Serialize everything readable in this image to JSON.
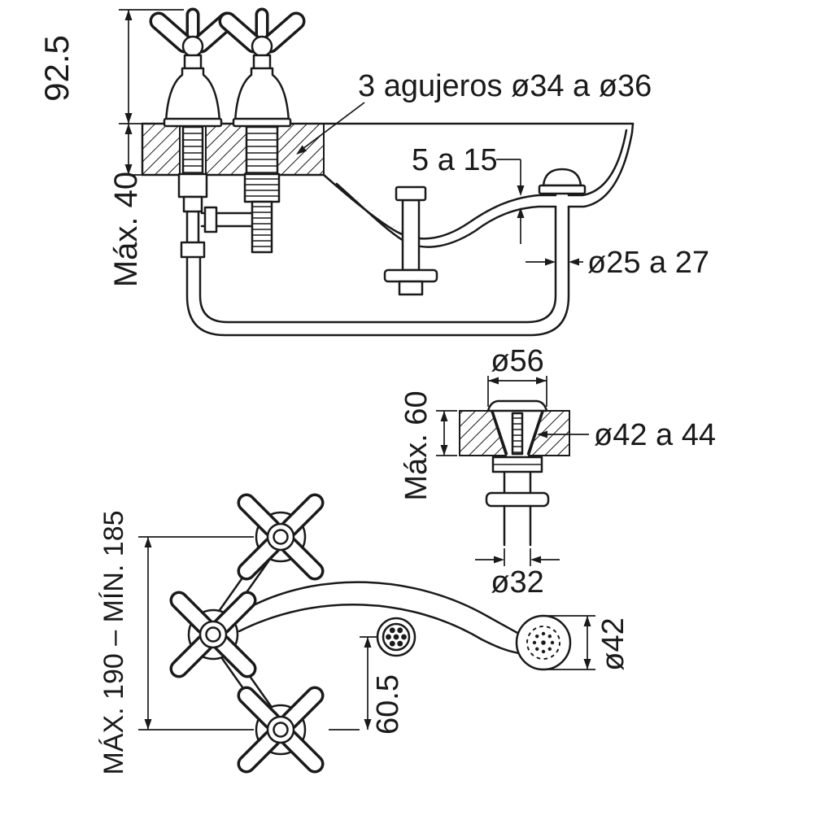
{
  "page": {
    "background": "#ffffff",
    "ink": "#1a1a1a"
  },
  "views": {
    "side_section": {
      "dims": {
        "handle_height": "92.5",
        "deck_thickness": "Máx. 40",
        "holes_note": "3 agujeros ø34 a ø36",
        "rim_thickness": "5 a 15",
        "tailpipe_diameter": "ø25 a 27"
      }
    },
    "drain_section": {
      "dims": {
        "flange_diameter": "ø56",
        "max_deck": "Máx. 60",
        "hole_diameter": "ø42 a 44",
        "tail_diameter": "ø32"
      }
    },
    "plan": {
      "dims": {
        "centers": "MÁX. 190 – MÍN. 185",
        "drain_offset": "60.5",
        "aerator_diameter": "ø42"
      }
    }
  }
}
